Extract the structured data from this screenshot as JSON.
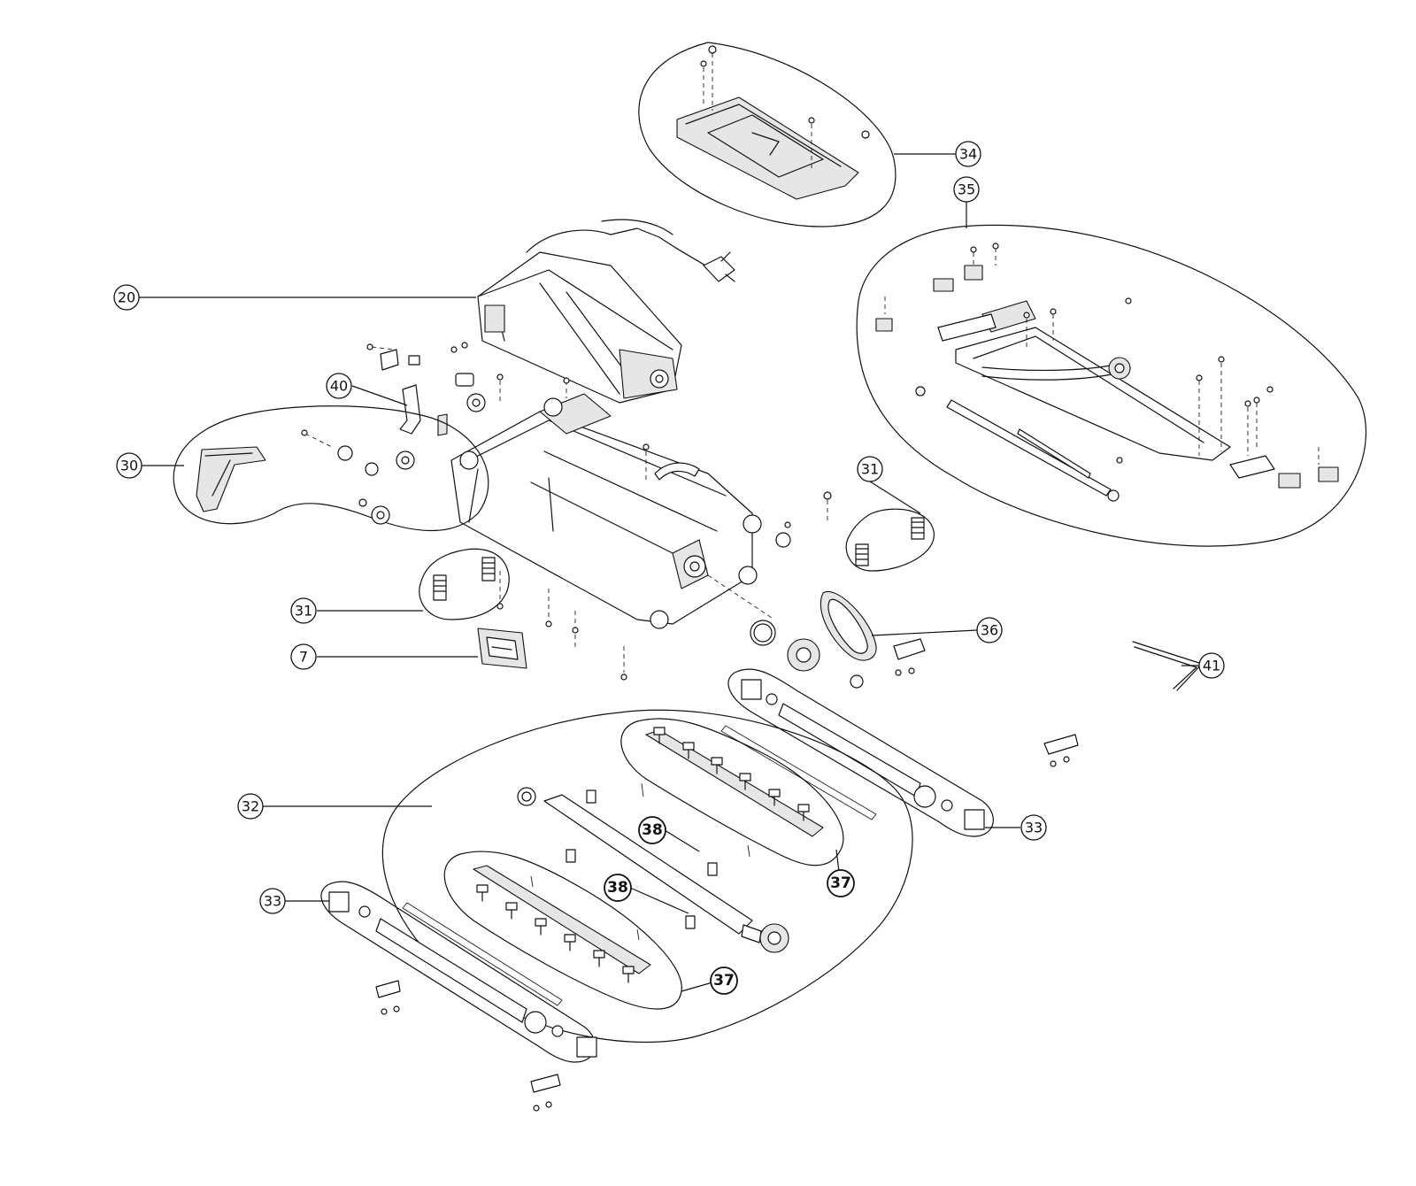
{
  "diagram": {
    "callouts": [
      {
        "id": "c34",
        "label": "34",
        "bold": false
      },
      {
        "id": "c35",
        "label": "35",
        "bold": false
      },
      {
        "id": "c20",
        "label": "20",
        "bold": false
      },
      {
        "id": "c40",
        "label": "40",
        "bold": false
      },
      {
        "id": "c30",
        "label": "30",
        "bold": false
      },
      {
        "id": "c31a",
        "label": "31",
        "bold": false
      },
      {
        "id": "c31b",
        "label": "31",
        "bold": false
      },
      {
        "id": "c7",
        "label": "7",
        "bold": false
      },
      {
        "id": "c36",
        "label": "36",
        "bold": false
      },
      {
        "id": "c41",
        "label": "41",
        "bold": false
      },
      {
        "id": "c32",
        "label": "32",
        "bold": false
      },
      {
        "id": "c33a",
        "label": "33",
        "bold": false
      },
      {
        "id": "c33b",
        "label": "33",
        "bold": false
      },
      {
        "id": "c38a",
        "label": "38",
        "bold": true
      },
      {
        "id": "c38b",
        "label": "38",
        "bold": true
      },
      {
        "id": "c37a",
        "label": "37",
        "bold": true
      },
      {
        "id": "c37b",
        "label": "37",
        "bold": true
      }
    ]
  }
}
